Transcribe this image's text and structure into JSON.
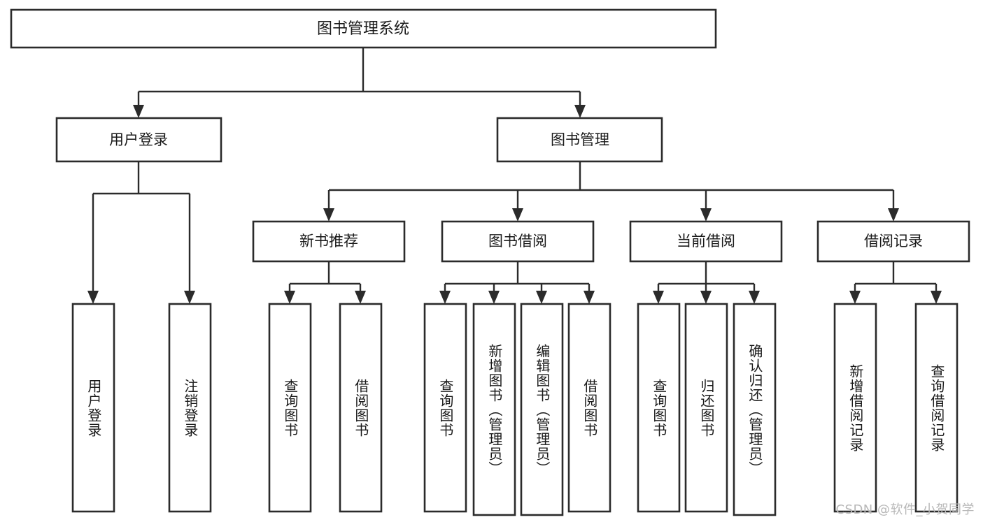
{
  "diagram": {
    "type": "hierarchy-tree",
    "title": "图书管理系统",
    "watermark": "CSDN @软件_小贺同学",
    "colors": {
      "box_stroke": "#2b2b2b",
      "box_fill": "#ffffff",
      "line": "#2b2b2b",
      "text": "#1a1a1a",
      "watermark": "#b8b8b8",
      "background": "#ffffff"
    },
    "root": {
      "label": "图书管理系统"
    },
    "level2": [
      {
        "label": "用户登录"
      },
      {
        "label": "图书管理"
      }
    ],
    "level3": [
      {
        "label": "新书推荐"
      },
      {
        "label": "图书借阅"
      },
      {
        "label": "当前借阅"
      },
      {
        "label": "借阅记录"
      }
    ],
    "leaves": {
      "user_login": [
        {
          "label": "用户登录"
        },
        {
          "label": "注销登录"
        }
      ],
      "new_book": [
        {
          "label": "查询图书"
        },
        {
          "label": "借阅图书"
        }
      ],
      "book_borrow": [
        {
          "label": "查询图书"
        },
        {
          "label": "新增图书（管理员）"
        },
        {
          "label": "编辑图书（管理员）"
        },
        {
          "label": "借阅图书"
        }
      ],
      "current_borrow": [
        {
          "label": "查询图书"
        },
        {
          "label": "归还图书"
        },
        {
          "label": "确认归还（管理员）"
        }
      ],
      "borrow_record": [
        {
          "label": "新增借阅记录"
        },
        {
          "label": "查询借阅记录"
        }
      ]
    }
  }
}
